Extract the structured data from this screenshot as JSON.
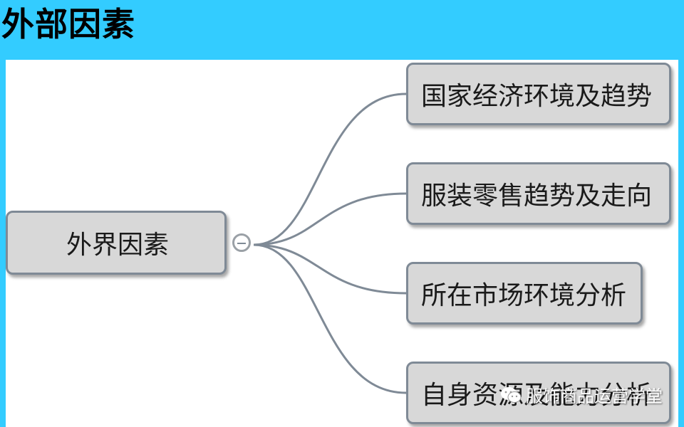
{
  "title": "外部因素",
  "diagram": {
    "root": {
      "label": "外界因素"
    },
    "children": [
      {
        "label": "国家经济环境及趋势"
      },
      {
        "label": "服装零售趋势及走向"
      },
      {
        "label": "所在市场环境分析"
      },
      {
        "label": "自身资源及能力分析"
      }
    ]
  },
  "watermark": {
    "text": "服饰商品运营学堂",
    "icon": "wechat-icon"
  },
  "colors": {
    "background": "#33ccff",
    "node_fill": "#d8d8d8",
    "node_border": "#7f8a96",
    "connector": "#7f8a96"
  }
}
